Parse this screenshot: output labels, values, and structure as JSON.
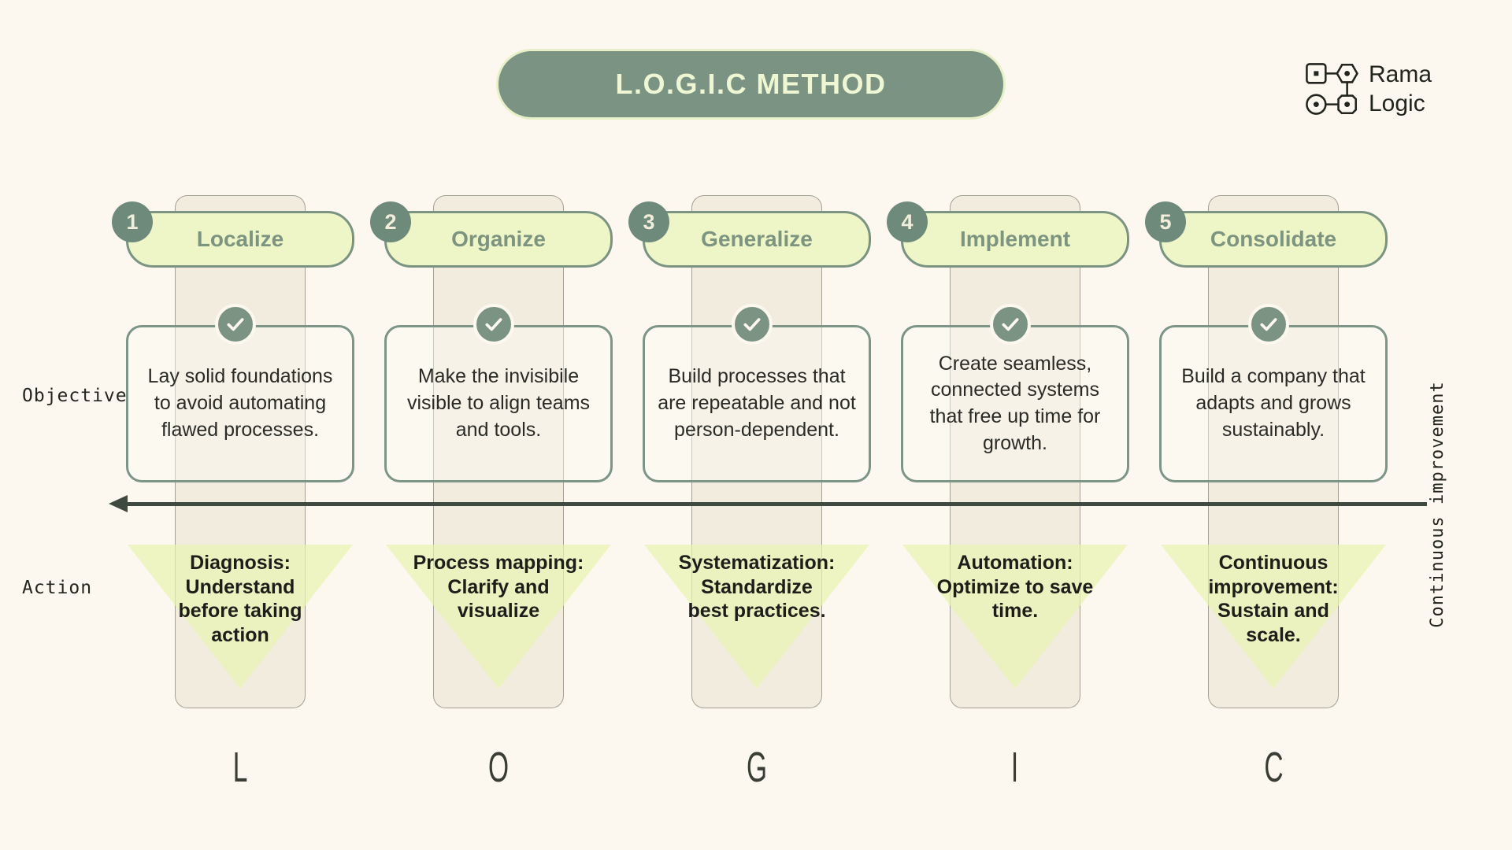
{
  "title": "L.O.G.I.C METHOD",
  "brand": {
    "line1": "Rama",
    "line2": "Logic"
  },
  "row_labels": {
    "objective": "Objective",
    "action": "Action"
  },
  "axis_label": "Continuous improvement",
  "colors": {
    "background": "#fcf8ef",
    "sage": "#7b9383",
    "sage_dark": "#6e8a7b",
    "light_green": "#eef5c6",
    "triangle_green": "#e8f4b1",
    "bar_beige": "#f2ecdf",
    "arrow": "#3e4a40",
    "text_dark": "#23251f"
  },
  "columns": [
    {
      "number": "1",
      "name": "Localize",
      "letter": "L",
      "objective": "Lay solid foundations to avoid automating flawed processes.",
      "action": "Diagnosis: Understand before taking action"
    },
    {
      "number": "2",
      "name": "Organize",
      "letter": "O",
      "objective": "Make the invisibile visible to align teams and tools.",
      "action": "Process mapping: Clarify and visualize"
    },
    {
      "number": "3",
      "name": "Generalize",
      "letter": "G",
      "objective": "Build processes that are repeatable and not person-dependent.",
      "action": "Systematization: Standardize best practices."
    },
    {
      "number": "4",
      "name": "Implement",
      "letter": "I",
      "objective": "Create seamless, connected systems that free up time for growth.",
      "action": "Automation: Optimize to save time."
    },
    {
      "number": "5",
      "name": "Consolidate",
      "letter": "C",
      "objective": "Build a company that adapts and grows sustainably.",
      "action": "Continuous improvement: Sustain and scale."
    }
  ]
}
